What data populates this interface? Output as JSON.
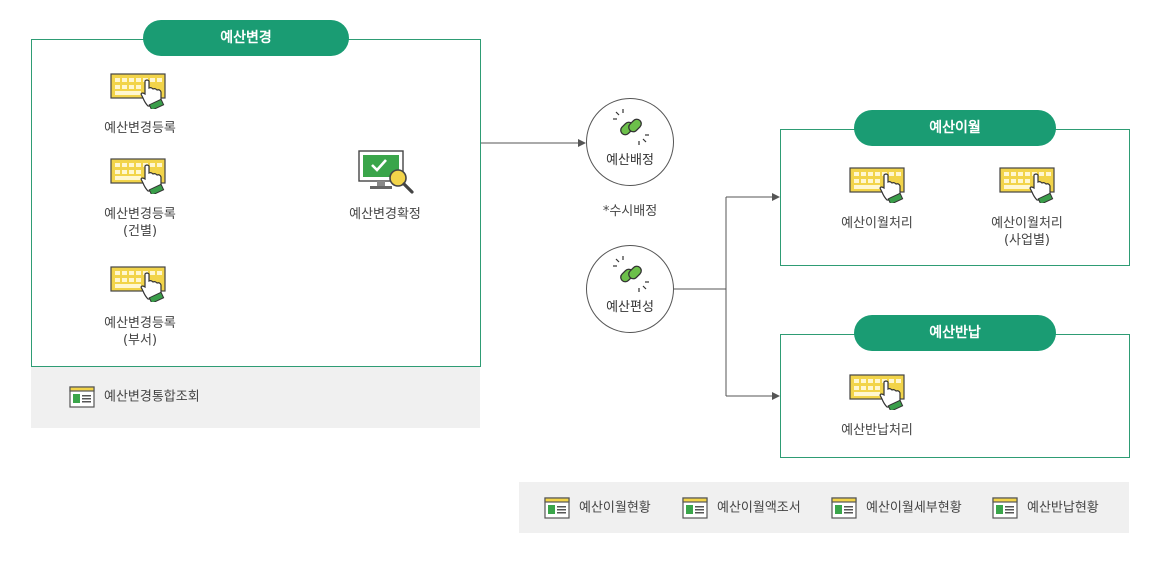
{
  "sections": {
    "budget_change": "예산변경",
    "budget_transfer": "예산이월",
    "budget_return": "예산반납"
  },
  "budget_change": {
    "items": [
      {
        "label_lines": [
          "예산변경등록"
        ]
      },
      {
        "label_lines": [
          "예산변경등록",
          "(건별)"
        ]
      },
      {
        "label_lines": [
          "예산변경등록",
          "(부서)"
        ]
      }
    ],
    "confirm": "예산변경확정",
    "report": "예산변경통합조회"
  },
  "middle": {
    "allocation": "예산배정",
    "note": "*수시배정",
    "compilation": "예산편성"
  },
  "budget_transfer": {
    "items": [
      {
        "label_lines": [
          "예산이월처리"
        ]
      },
      {
        "label_lines": [
          "예산이월처리",
          "(사업별)"
        ]
      }
    ]
  },
  "budget_return": {
    "items": [
      {
        "label_lines": [
          "예산반납처리"
        ]
      }
    ]
  },
  "reports": [
    "예산이월현황",
    "예산이월액조서",
    "예산이월세부현황",
    "예산반납현황"
  ],
  "colors": {
    "accent": "#1a9c73",
    "border": "#2e9c74",
    "line": "#555555",
    "keyboard": "#f2d44a",
    "gray_panel": "#f0f0f0"
  },
  "icons": {
    "keyboard": "keyboard-hand-icon",
    "monitor": "monitor-magnifier-icon",
    "link": "chain-link-icon",
    "report": "report-window-icon"
  }
}
